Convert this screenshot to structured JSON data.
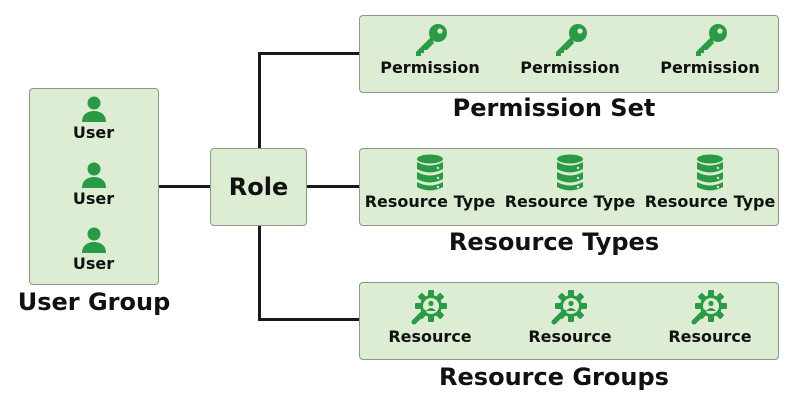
{
  "colors": {
    "box_fill": "#dcedd3",
    "box_border": "#8a9a86",
    "icon_green": "#2b9a47",
    "connector": "#1a1a1a"
  },
  "user_group": {
    "title": "User Group",
    "users": [
      {
        "label": "User",
        "icon": "user-icon"
      },
      {
        "label": "User",
        "icon": "user-icon"
      },
      {
        "label": "User",
        "icon": "user-icon"
      }
    ]
  },
  "role": {
    "label": "Role"
  },
  "permission_set": {
    "title": "Permission Set",
    "items": [
      {
        "label": "Permission",
        "icon": "key-icon"
      },
      {
        "label": "Permission",
        "icon": "key-icon"
      },
      {
        "label": "Permission",
        "icon": "key-icon"
      }
    ]
  },
  "resource_types": {
    "title": "Resource Types",
    "items": [
      {
        "label": "Resource Type",
        "icon": "database-icon"
      },
      {
        "label": "Resource Type",
        "icon": "database-icon"
      },
      {
        "label": "Resource Type",
        "icon": "database-icon"
      }
    ]
  },
  "resource_groups": {
    "title": "Resource Groups",
    "items": [
      {
        "label": "Resource",
        "icon": "gear-search-icon"
      },
      {
        "label": "Resource",
        "icon": "gear-search-icon"
      },
      {
        "label": "Resource",
        "icon": "gear-search-icon"
      }
    ]
  }
}
